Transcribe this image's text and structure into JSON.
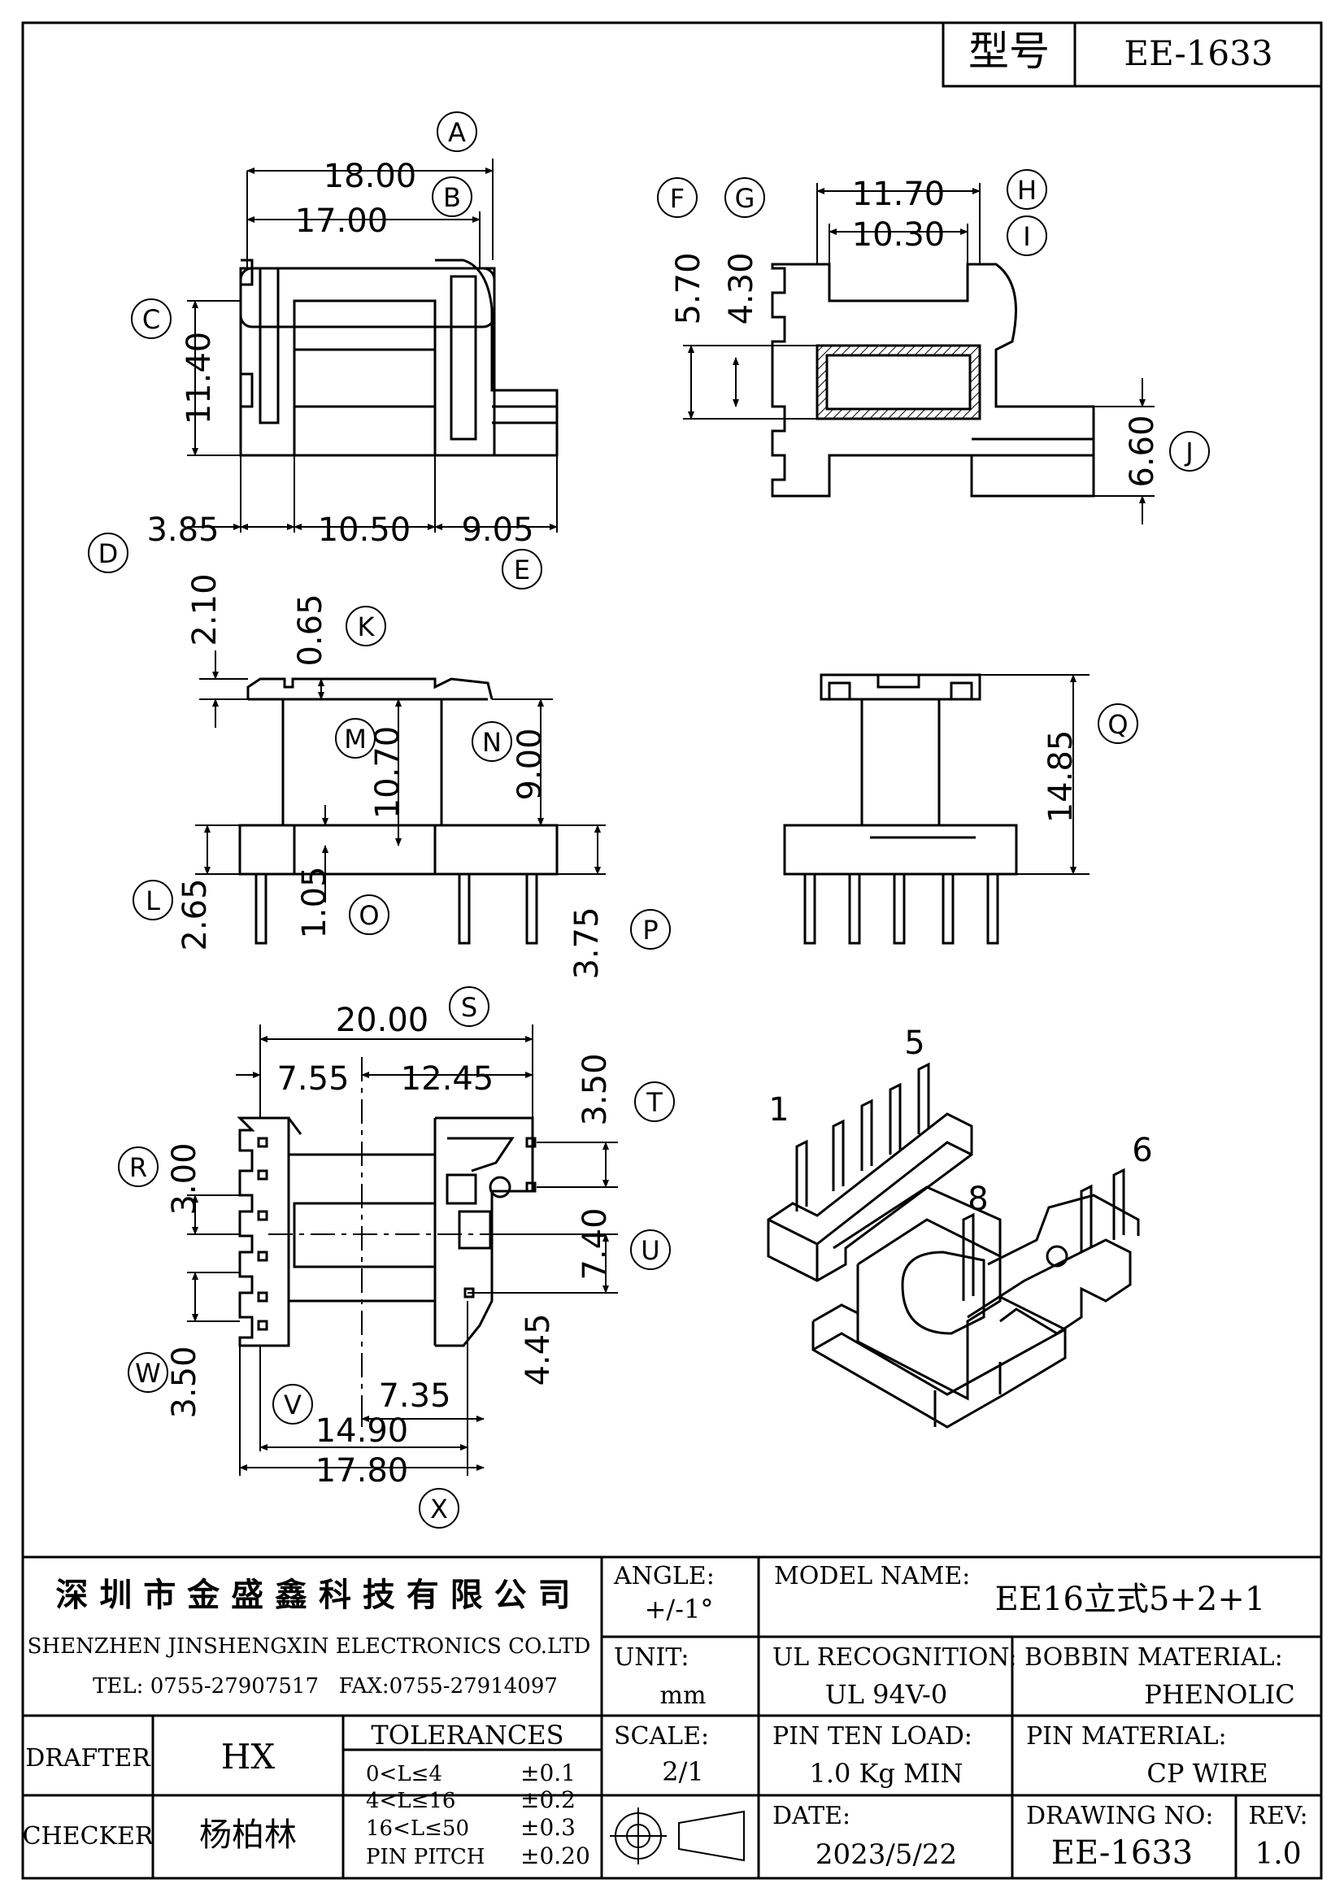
{
  "header": {
    "model_label": "型号",
    "model_value": "EE-1633"
  },
  "dimensions": {
    "d_18_00": "18.00",
    "d_17_00": "17.00",
    "d_11_40": "11.40",
    "d_3_85": "3.85",
    "d_10_50": "10.50",
    "d_9_05": "9.05",
    "d_11_70": "11.70",
    "d_10_30": "10.30",
    "d_5_70": "5.70",
    "d_4_30": "4.30",
    "d_6_60": "6.60",
    "d_2_10": "2.10",
    "d_0_65": "0.65",
    "d_10_70": "10.70",
    "d_9_00": "9.00",
    "d_2_65": "2.65",
    "d_1_05": "1.05",
    "d_3_75": "3.75",
    "d_14_85": "14.85",
    "d_20_00": "20.00",
    "d_7_55": "7.55",
    "d_12_45": "12.45",
    "d_3_50a": "3.50",
    "d_3_00": "3.00",
    "d_7_40": "7.40",
    "d_4_45": "4.45",
    "d_3_50b": "3.50",
    "d_7_35": "7.35",
    "d_14_90": "14.90",
    "d_17_80": "17.80"
  },
  "callouts": [
    "A",
    "B",
    "C",
    "D",
    "E",
    "F",
    "G",
    "H",
    "I",
    "J",
    "K",
    "L",
    "M",
    "N",
    "O",
    "P",
    "Q",
    "R",
    "S",
    "T",
    "U",
    "V",
    "W",
    "X"
  ],
  "pin_numbers": {
    "p1": "1",
    "p5": "5",
    "p6": "6",
    "p8": "8"
  },
  "title_block": {
    "company_cn": "深 圳 市 金 盛 鑫 科 技 有 限 公 司",
    "company_en": "SHENZHEN JINSHENGXIN ELECTRONICS CO.LTD",
    "contact": "TEL: 0755-27907517   FAX:0755-27914097",
    "angle_label": "ANGLE:",
    "angle_value": "+/-1°",
    "model_name_label": "MODEL NAME:",
    "model_name_value": "EE16立式5+2+1",
    "unit_label": "UNIT:",
    "unit_value": "mm",
    "ul_label": "UL RECOGNITION:",
    "ul_value": "UL 94V-0",
    "bobbin_label": "BOBBIN MATERIAL:",
    "bobbin_value": "PHENOLIC",
    "drafter_label": "DRAFTER",
    "drafter_value": "HX",
    "checker_label": "CHECKER",
    "checker_value": "杨柏林",
    "tolerances_label": "TOLERANCES",
    "tolerances": [
      {
        "range": "0<L≤4",
        "value": "±0.1"
      },
      {
        "range": "4<L≤16",
        "value": "±0.2"
      },
      {
        "range": "16<L≤50",
        "value": "±0.3"
      },
      {
        "range": "PIN PITCH",
        "value": "±0.20"
      }
    ],
    "scale_label": "SCALE:",
    "scale_value": "2/1",
    "pin_load_label": "PIN TEN LOAD:",
    "pin_load_value": "1.0 Kg MIN",
    "pin_material_label": "PIN MATERIAL:",
    "pin_material_value": "CP WIRE",
    "date_label": "DATE:",
    "date_value": "2023/5/22",
    "drawing_no_label": "DRAWING NO:",
    "drawing_no_value": "EE-1633",
    "rev_label": "REV:",
    "rev_value": "1.0"
  }
}
